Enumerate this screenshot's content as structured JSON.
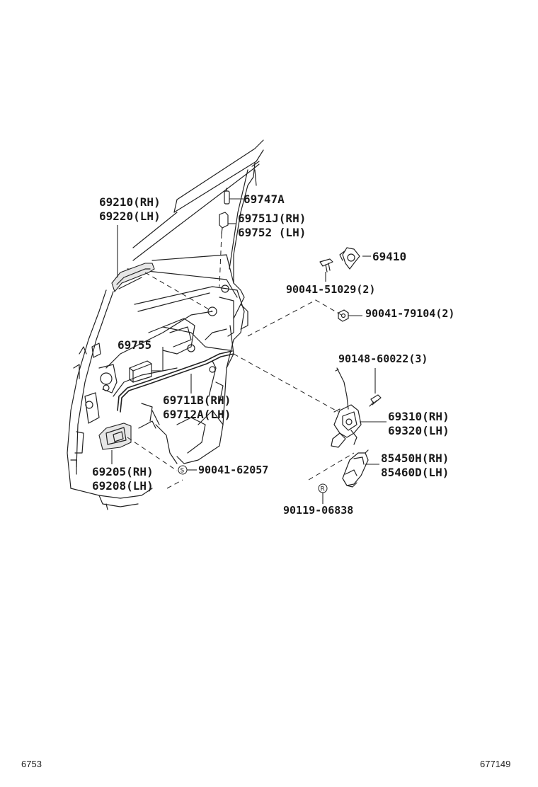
{
  "labels": {
    "l69210": "69210(RH)",
    "l69220": "69220(LH)",
    "l69747": "69747A",
    "l69751": "69751J(RH)",
    "l69752": "69752 (LH)",
    "l69410": "69410",
    "l90041_51029": "90041-51029(2)",
    "l90041_79104": "90041-79104(2)",
    "l69755": "69755",
    "l90148": "90148-60022(3)",
    "l69711": "69711B(RH)",
    "l69712": "69712A(LH)",
    "l69310": "69310(RH)",
    "l69320": "69320(LH)",
    "l85450": "85450H(RH)",
    "l85460": "85460D(LH)",
    "l69205": "69205(RH)",
    "l69208": "69208(LH)",
    "l90041_62057": "90041-62057",
    "l90119": "90119-06838"
  },
  "symbols": {
    "s": "S",
    "r": "R"
  },
  "footer": {
    "left": "6753",
    "right": "677149"
  }
}
